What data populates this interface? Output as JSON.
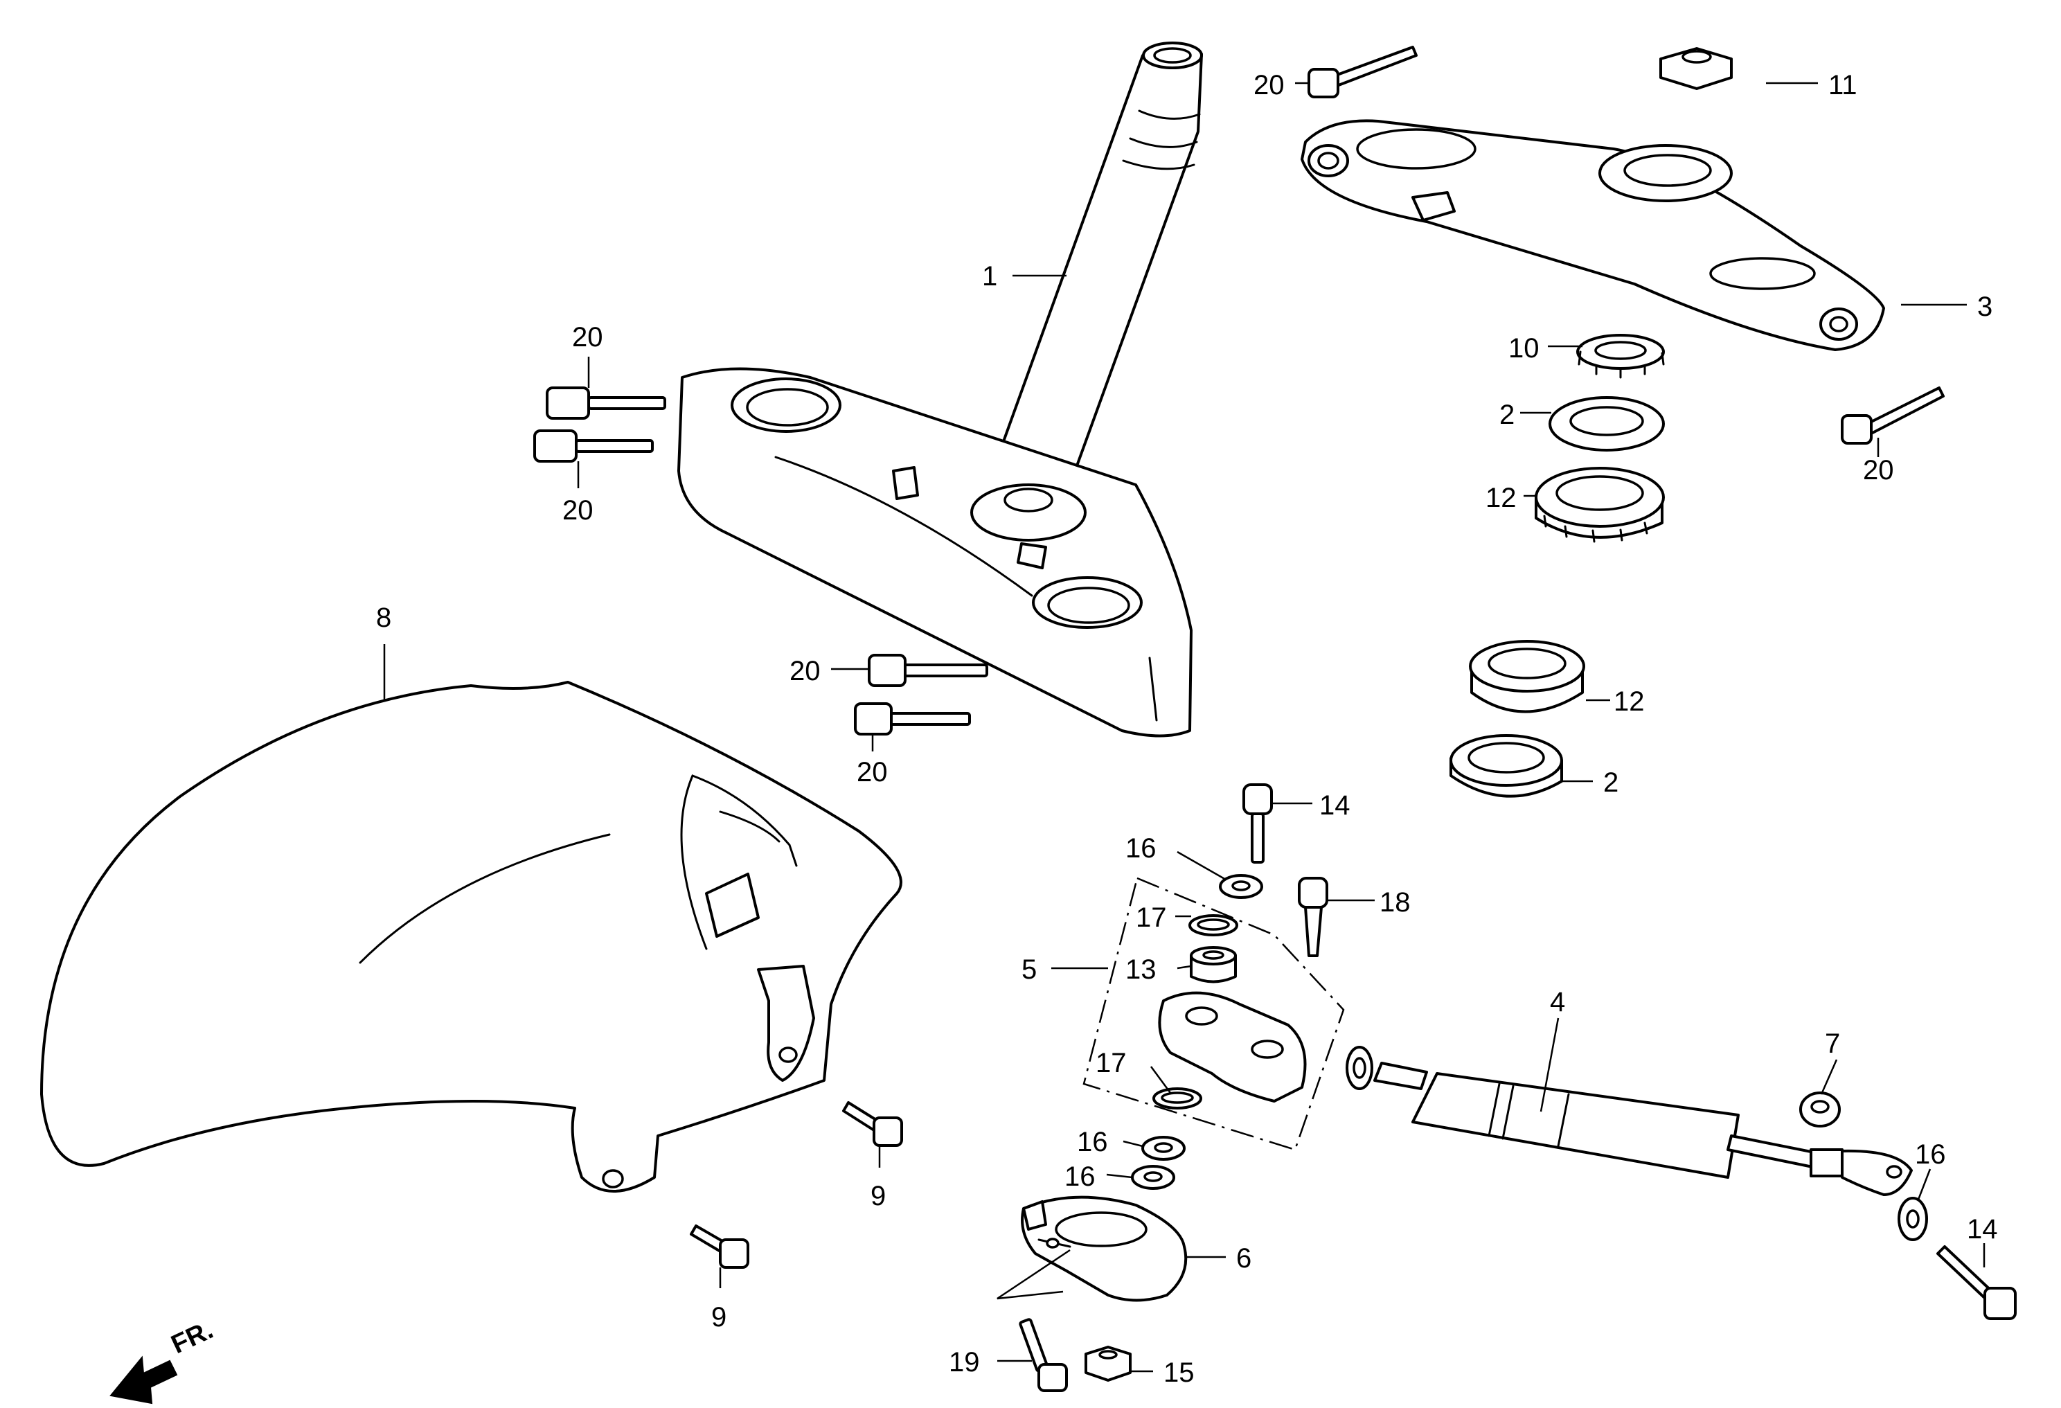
{
  "orientation_label": "FR.",
  "callouts": [
    {
      "id": "c-1",
      "text": "1"
    },
    {
      "id": "c-20-top",
      "text": "20"
    },
    {
      "id": "c-11",
      "text": "11"
    },
    {
      "id": "c-3",
      "text": "3"
    },
    {
      "id": "c-10",
      "text": "10"
    },
    {
      "id": "c-2-a",
      "text": "2"
    },
    {
      "id": "c-12-a",
      "text": "12"
    },
    {
      "id": "c-20-right",
      "text": "20"
    },
    {
      "id": "c-20-left-a",
      "text": "20"
    },
    {
      "id": "c-20-left-b",
      "text": "20"
    },
    {
      "id": "c-20-mid-a",
      "text": "20"
    },
    {
      "id": "c-20-mid-b",
      "text": "20"
    },
    {
      "id": "c-8",
      "text": "8"
    },
    {
      "id": "c-12-b",
      "text": "12"
    },
    {
      "id": "c-2-b",
      "text": "2"
    },
    {
      "id": "c-14-a",
      "text": "14"
    },
    {
      "id": "c-16-a",
      "text": "16"
    },
    {
      "id": "c-18",
      "text": "18"
    },
    {
      "id": "c-17-a",
      "text": "17"
    },
    {
      "id": "c-5",
      "text": "5"
    },
    {
      "id": "c-13",
      "text": "13"
    },
    {
      "id": "c-4",
      "text": "4"
    },
    {
      "id": "c-7",
      "text": "7"
    },
    {
      "id": "c-17-b",
      "text": "17"
    },
    {
      "id": "c-16-b",
      "text": "16"
    },
    {
      "id": "c-16-c",
      "text": "16"
    },
    {
      "id": "c-9-a",
      "text": "9"
    },
    {
      "id": "c-9-b",
      "text": "9"
    },
    {
      "id": "c-6",
      "text": "6"
    },
    {
      "id": "c-16-d",
      "text": "16"
    },
    {
      "id": "c-14-b",
      "text": "14"
    },
    {
      "id": "c-19",
      "text": "19"
    },
    {
      "id": "c-15",
      "text": "15"
    }
  ]
}
